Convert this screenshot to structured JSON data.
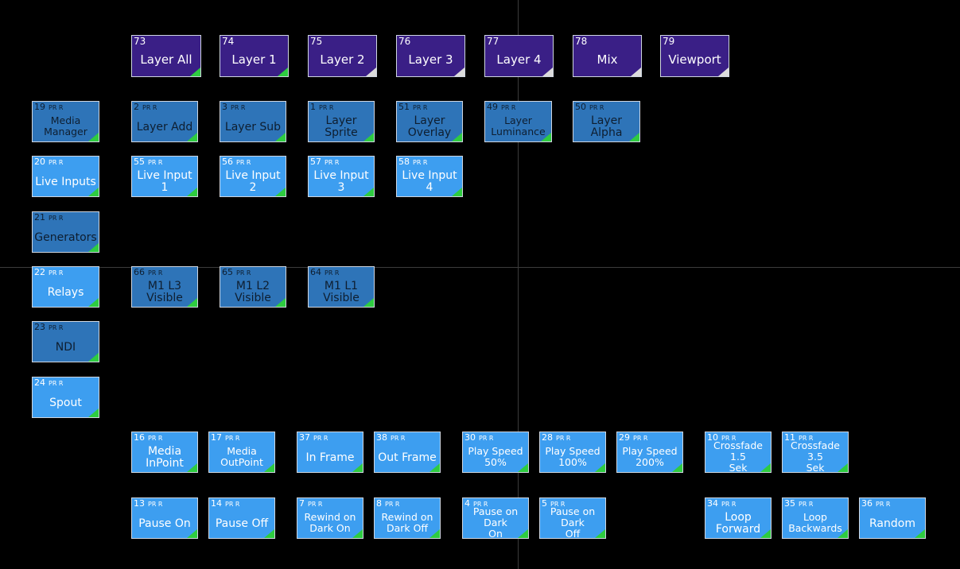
{
  "colors": {
    "purple": "#3a1f86",
    "dark_blue": "#2e74b8",
    "light_blue": "#3d9ef0",
    "indicator_green": "#2ecc40",
    "indicator_white": "#dcdcdc"
  },
  "tiles": [
    {
      "n": "73",
      "tag": "",
      "label": "Layer All",
      "style": "purple",
      "ind": "green"
    },
    {
      "n": "74",
      "tag": "",
      "label": "Layer 1",
      "style": "purple",
      "ind": "green"
    },
    {
      "n": "75",
      "tag": "",
      "label": "Layer 2",
      "style": "purple",
      "ind": "white"
    },
    {
      "n": "76",
      "tag": "",
      "label": "Layer 3",
      "style": "purple",
      "ind": "white"
    },
    {
      "n": "77",
      "tag": "",
      "label": "Layer 4",
      "style": "purple",
      "ind": "white"
    },
    {
      "n": "78",
      "tag": "",
      "label": "Mix",
      "style": "purple",
      "ind": "white"
    },
    {
      "n": "79",
      "tag": "",
      "label": "Viewport",
      "style": "purple",
      "ind": "white"
    },
    {
      "n": "19",
      "tag": "PR R",
      "label": "Media\nManager",
      "style": "dark",
      "ind": "green"
    },
    {
      "n": "2",
      "tag": "PR R",
      "label": "Layer Add",
      "style": "dark",
      "ind": "green"
    },
    {
      "n": "3",
      "tag": "PR R",
      "label": "Layer Sub",
      "style": "dark",
      "ind": "green"
    },
    {
      "n": "1",
      "tag": "PR R",
      "label": "Layer Sprite",
      "style": "dark",
      "ind": "green"
    },
    {
      "n": "51",
      "tag": "PR R",
      "label": "Layer Overlay",
      "style": "dark",
      "ind": "green"
    },
    {
      "n": "49",
      "tag": "PR R",
      "label": "Layer\nLuminance",
      "style": "dark",
      "ind": "green"
    },
    {
      "n": "50",
      "tag": "PR R",
      "label": "Layer Alpha",
      "style": "dark",
      "ind": "green"
    },
    {
      "n": "20",
      "tag": "PR R",
      "label": "Live Inputs",
      "style": "light",
      "ind": "green"
    },
    {
      "n": "55",
      "tag": "PR R",
      "label": "Live Input 1",
      "style": "light",
      "ind": "green"
    },
    {
      "n": "56",
      "tag": "PR R",
      "label": "Live Input 2",
      "style": "light",
      "ind": "green"
    },
    {
      "n": "57",
      "tag": "PR R",
      "label": "Live Input 3",
      "style": "light",
      "ind": "green"
    },
    {
      "n": "58",
      "tag": "PR R",
      "label": "Live Input 4",
      "style": "light",
      "ind": "green"
    },
    {
      "n": "21",
      "tag": "PR R",
      "label": "Generators",
      "style": "dark",
      "ind": "green"
    },
    {
      "n": "22",
      "tag": "PR R",
      "label": "Relays",
      "style": "light",
      "ind": "green"
    },
    {
      "n": "66",
      "tag": "PR R",
      "label": "M1 L3 Visible",
      "style": "dark",
      "ind": "green"
    },
    {
      "n": "65",
      "tag": "PR R",
      "label": "M1 L2 Visible",
      "style": "dark",
      "ind": "green"
    },
    {
      "n": "64",
      "tag": "PR R",
      "label": "M1 L1 Visible",
      "style": "dark",
      "ind": "green"
    },
    {
      "n": "23",
      "tag": "PR R",
      "label": "NDI",
      "style": "dark",
      "ind": "green"
    },
    {
      "n": "24",
      "tag": "PR R",
      "label": "Spout",
      "style": "light",
      "ind": "green"
    },
    {
      "n": "16",
      "tag": "PR R",
      "label": "Media InPoint",
      "style": "light",
      "ind": "green"
    },
    {
      "n": "17",
      "tag": "PR R",
      "label": "Media\nOutPoint",
      "style": "light",
      "ind": "green"
    },
    {
      "n": "37",
      "tag": "PR R",
      "label": "In Frame",
      "style": "light",
      "ind": "green"
    },
    {
      "n": "38",
      "tag": "PR R",
      "label": "Out Frame",
      "style": "light",
      "ind": "green"
    },
    {
      "n": "30",
      "tag": "PR R",
      "label": "Play Speed\n50%",
      "style": "light",
      "ind": "green"
    },
    {
      "n": "28",
      "tag": "PR R",
      "label": "Play Speed\n100%",
      "style": "light",
      "ind": "green"
    },
    {
      "n": "29",
      "tag": "PR R",
      "label": "Play Speed\n200%",
      "style": "light",
      "ind": "green"
    },
    {
      "n": "10",
      "tag": "PR R",
      "label": "Crossfade 1.5\nSek",
      "style": "light",
      "ind": "green"
    },
    {
      "n": "11",
      "tag": "PR R",
      "label": "Crossfade 3.5\nSek",
      "style": "light",
      "ind": "green"
    },
    {
      "n": "13",
      "tag": "PR R",
      "label": "Pause On",
      "style": "light",
      "ind": "green"
    },
    {
      "n": "14",
      "tag": "PR R",
      "label": "Pause Off",
      "style": "light",
      "ind": "green"
    },
    {
      "n": "7",
      "tag": "PR R",
      "label": "Rewind on\nDark On",
      "style": "light",
      "ind": "green"
    },
    {
      "n": "8",
      "tag": "PR R",
      "label": "Rewind on\nDark Off",
      "style": "light",
      "ind": "green"
    },
    {
      "n": "4",
      "tag": "PR R",
      "label": "Pause on Dark\nOn",
      "style": "light",
      "ind": "green"
    },
    {
      "n": "5",
      "tag": "PR R",
      "label": "Pause on Dark\nOff",
      "style": "light",
      "ind": "green"
    },
    {
      "n": "34",
      "tag": "PR R",
      "label": "Loop Forward",
      "style": "light",
      "ind": "green"
    },
    {
      "n": "35",
      "tag": "PR R",
      "label": "Loop\nBackwards",
      "style": "light",
      "ind": "green"
    },
    {
      "n": "36",
      "tag": "PR R",
      "label": "Random",
      "style": "light",
      "ind": "green"
    }
  ]
}
